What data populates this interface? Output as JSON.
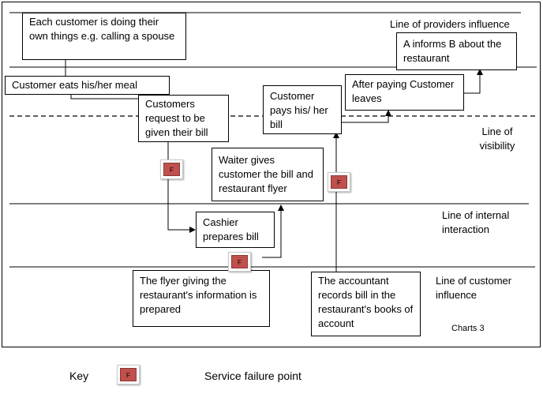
{
  "lines": {
    "providers_influence": "Line of providers influence",
    "visibility": "Line of visibility",
    "internal_interaction": "Line of internal interaction",
    "customer_influence": "Line of customer influence"
  },
  "boxes": {
    "each_customer": "Each customer is doing their own things e.g. calling a spouse",
    "eats_meal": "Customer eats his/her meal",
    "request_bill": "Customers request to be given their bill",
    "waiter_gives": "Waiter gives customer the bill and restaurant flyer",
    "cashier": "Cashier prepares bill",
    "flyer_prepared": "The flyer giving the restaurant's information is prepared",
    "pays_bill": "Customer pays his/ her bill",
    "accountant": "The accountant records bill in the restaurant's books of account",
    "after_paying": "After paying Customer leaves",
    "a_informs_b": "A informs B about the restaurant"
  },
  "failure_point_letter": "F",
  "chart_caption": "Charts 3",
  "key": {
    "label": "Key",
    "description": "Service failure point"
  },
  "colors": {
    "failure_point": "#c0504d",
    "lines": "#000000"
  }
}
